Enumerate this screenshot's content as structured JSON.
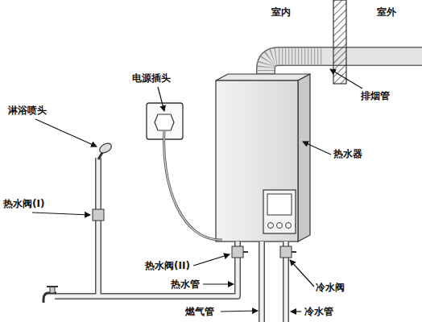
{
  "diagram": {
    "labels": [
      "室内",
      "室外",
      "排烟管",
      "电源插头",
      "淋浴喷头",
      "热水器",
      "热水阀(I)",
      "热水阀(II)",
      "热水管",
      "燃气管",
      "冷水阀",
      "冷水管"
    ]
  }
}
